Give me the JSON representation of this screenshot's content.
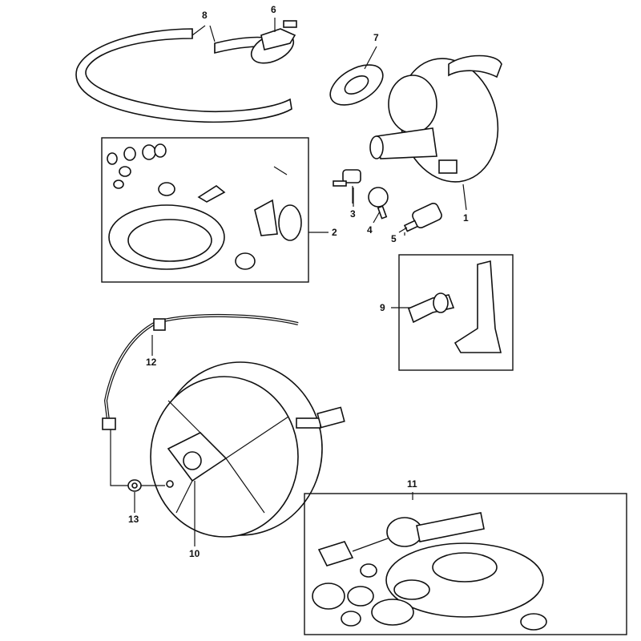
{
  "diagram": {
    "type": "exploded parts diagram - brake servo / vacuum pump",
    "callouts": [
      {
        "id": "1",
        "text": "1"
      },
      {
        "id": "2",
        "text": "2"
      },
      {
        "id": "3",
        "text": "3"
      },
      {
        "id": "4",
        "text": "4"
      },
      {
        "id": "5",
        "text": "5"
      },
      {
        "id": "6",
        "text": "6"
      },
      {
        "id": "7",
        "text": "7"
      },
      {
        "id": "8",
        "text": "8"
      },
      {
        "id": "9",
        "text": "9"
      },
      {
        "id": "10",
        "text": "10"
      },
      {
        "id": "11",
        "text": "11"
      },
      {
        "id": "12",
        "text": "12"
      },
      {
        "id": "13",
        "text": "13"
      }
    ]
  }
}
